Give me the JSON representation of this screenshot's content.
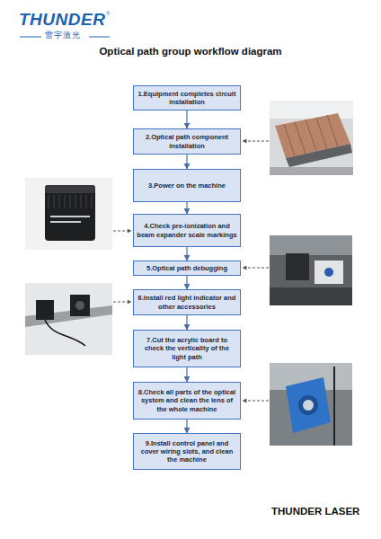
{
  "diagram": {
    "title": "Optical path group workflow diagram",
    "nodes": [
      {
        "text": [
          "1.Equipment completes circuit installation"
        ]
      },
      {
        "text": [
          "2.Optical path component installation"
        ]
      },
      {
        "text": [
          "3.Power on the machine"
        ]
      },
      {
        "text": [
          "4.Check pre-ionization and beam expander scale markings"
        ]
      },
      {
        "text": [
          "5.Optical path debugging"
        ]
      },
      {
        "text": [
          "6.Install red light indicator and other accessories"
        ]
      },
      {
        "text": [
          "7.Cut the acrylic board to check the verticality of the light path"
        ]
      },
      {
        "text": [
          "8.Check all parts of the optical system and clean the lens of the whole machine"
        ]
      },
      {
        "text": [
          "9.Install control panel and cover wiring slots, and clean the machine"
        ]
      }
    ],
    "edges": [
      {
        "from": 0,
        "to": 1,
        "arrow": "to"
      },
      {
        "from": 1,
        "to": 2,
        "arrow": "to"
      },
      {
        "from": 2,
        "to": 3,
        "arrow": "to"
      },
      {
        "from": 3,
        "to": 4,
        "arrow": "to"
      },
      {
        "from": 4,
        "to": 5,
        "arrow": "to"
      },
      {
        "from": 5,
        "to": 6,
        "arrow": "to"
      },
      {
        "from": 6,
        "to": 7,
        "arrow": "to"
      },
      {
        "from": 7,
        "to": 8,
        "arrow": "to"
      }
    ],
    "labels": [
      "THUNDER",
      "®",
      "雷宇激光",
      "THUNDER LASER"
    ]
  }
}
